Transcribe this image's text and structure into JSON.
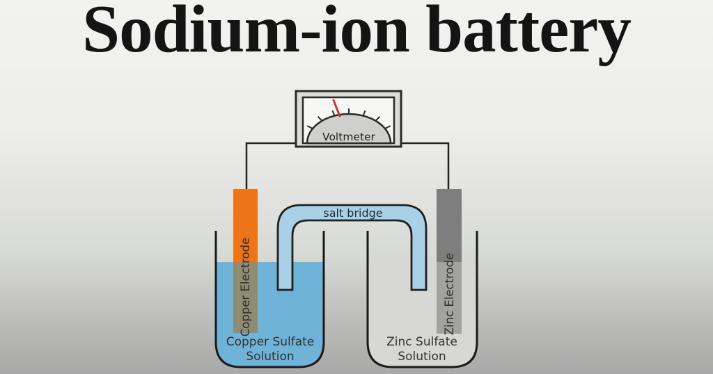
{
  "title": "Sodium-ion battery",
  "voltmeter": {
    "label": "Voltmeter"
  },
  "salt_bridge": {
    "label": "salt bridge"
  },
  "left_cell": {
    "electrode_label": "Copper Electrode",
    "solution_label_line1": "Copper Sulfate",
    "solution_label_line2": "Solution"
  },
  "right_cell": {
    "electrode_label": "Zinc Electrode",
    "solution_label_line1": "Zinc Sulfate",
    "solution_label_line2": "Solution"
  },
  "colors": {
    "outline": "#1f1f1f",
    "copper_electrode": "#ee7517",
    "copper_electrode_submerged": "#8e8c72",
    "zinc_electrode": "#7e7e7e",
    "zinc_electrode_submerged": "#a2a2a0",
    "copper_solution": "#6fb3d8",
    "zinc_solution": "#d7d7d5",
    "salt_bridge_fill": "#aad0e8",
    "needle": "#cc3333",
    "voltmeter_body": "#dbdbd9",
    "voltmeter_face": "#f7f7f5",
    "voltmeter_dial": "#cfcfcd"
  }
}
